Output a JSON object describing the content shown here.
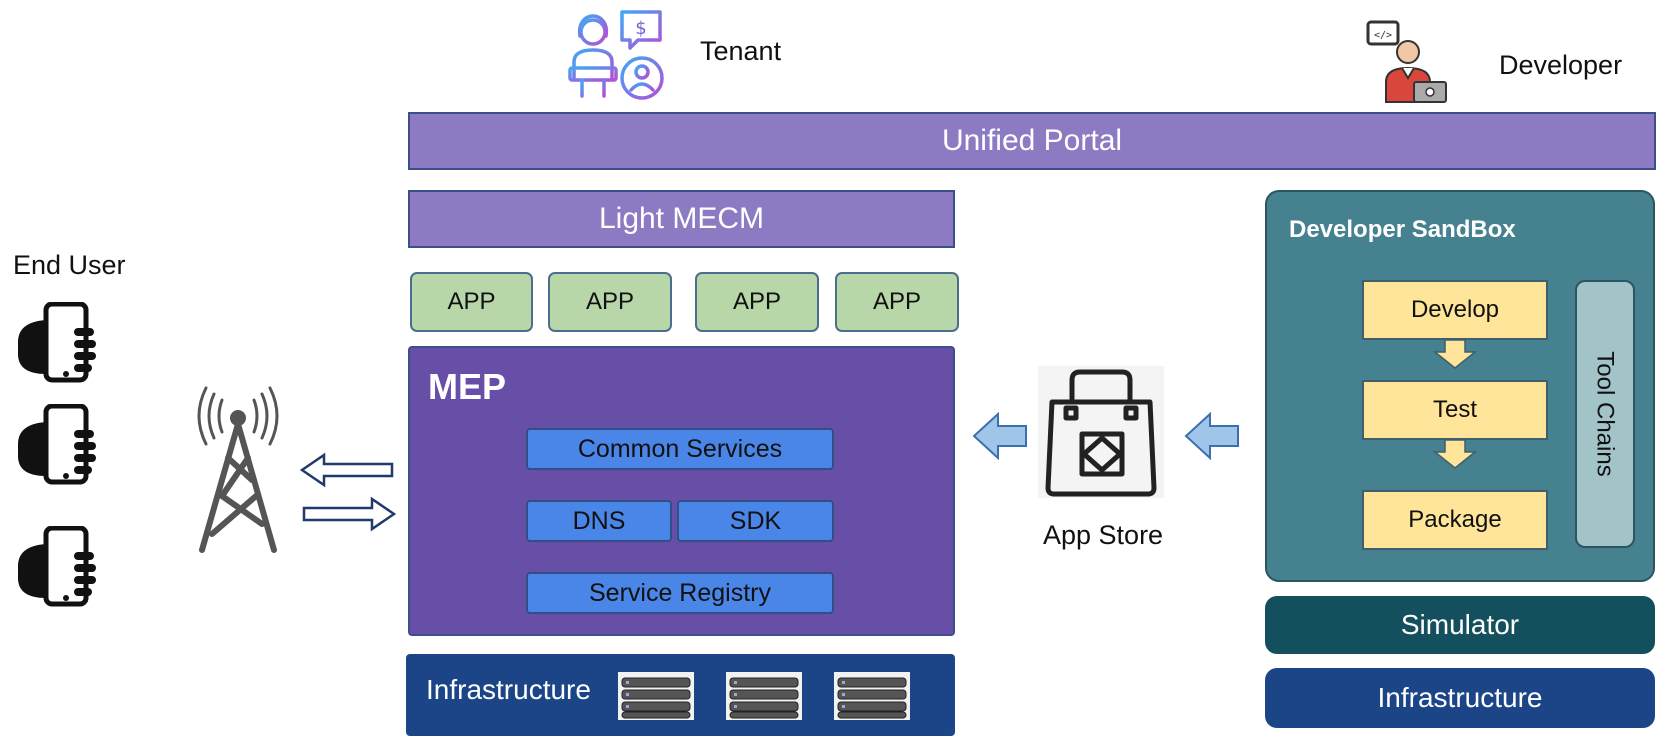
{
  "actors": {
    "tenant": "Tenant",
    "developer": "Developer",
    "end_user": "End User"
  },
  "portal": {
    "label": "Unified Portal"
  },
  "mecm": {
    "label": "Light MECM"
  },
  "apps": [
    "APP",
    "APP",
    "APP",
    "APP"
  ],
  "mep": {
    "title": "MEP",
    "common_services": "Common Services",
    "dns": "DNS",
    "sdk": "SDK",
    "service_registry": "Service Registry"
  },
  "infrastructure_left": {
    "label": "Infrastructure"
  },
  "app_store": {
    "label": "App Store"
  },
  "sandbox": {
    "title": "Developer SandBox",
    "steps": [
      "Develop",
      "Test",
      "Package"
    ],
    "tool_chains": "Tool Chains"
  },
  "simulator": {
    "label": "Simulator"
  },
  "infrastructure_right": {
    "label": "Infrastructure"
  },
  "icons": [
    "tenant-icon",
    "developer-icon",
    "smartphone-icon",
    "cell-tower-icon",
    "shopping-bag-icon",
    "server-rack-icon"
  ],
  "colors": {
    "portal": "#8c7bc3",
    "mep": "#674ea7",
    "app": "#b7d7a8",
    "service": "#4a86e8",
    "infrastructure": "#1c4587",
    "sandbox": "#45818e",
    "simulator": "#134f5c",
    "step": "#ffe599",
    "tool_chains": "#a2c4c9"
  }
}
